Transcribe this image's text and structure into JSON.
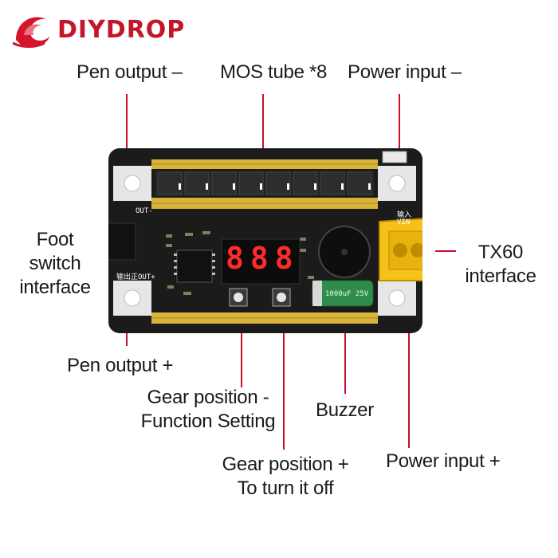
{
  "brand": {
    "name": "DIYDROP"
  },
  "board": {
    "display_digits": [
      "8",
      "8",
      "8"
    ],
    "silk_out_neg": "OUT-",
    "silk_out_pos": "输出正OUT+",
    "silk_in": "输入",
    "silk_vin": "VIN",
    "cap_text": "1000uF 25V"
  },
  "labels": {
    "pen_output_neg": "Pen output  –",
    "mos_tube": "MOS tube *8",
    "power_input_neg": "Power input  –",
    "foot_switch": [
      "Foot",
      "switch",
      "interface"
    ],
    "tx60": [
      "TX60",
      "interface"
    ],
    "pen_output_pos": "Pen output +",
    "gear_function": [
      "Gear position -",
      "Function Setting"
    ],
    "buzzer": "Buzzer",
    "gear_off": [
      "Gear position +",
      "To turn it off"
    ],
    "power_input_pos": "Power input +"
  },
  "colors": {
    "accent": "#c8102e",
    "pcb": "#1b1b1b",
    "gold": "#d9b43a",
    "display": "#ff2a2a"
  }
}
